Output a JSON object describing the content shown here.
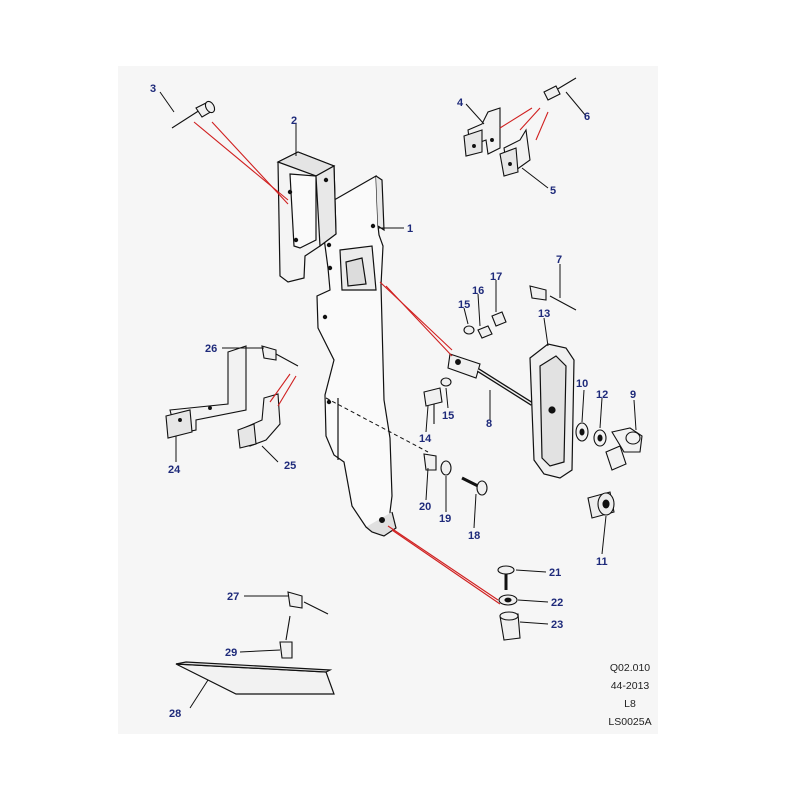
{
  "callouts": [
    "1",
    "2",
    "3",
    "4",
    "5",
    "6",
    "7",
    "8",
    "9",
    "10",
    "11",
    "12",
    "13",
    "14",
    "15",
    "15",
    "16",
    "17",
    "18",
    "19",
    "20",
    "21",
    "22",
    "23",
    "24",
    "25",
    "26",
    "27",
    "28",
    "29"
  ],
  "reference": {
    "code": "Q02.010",
    "date": "44-2013",
    "line": "L8",
    "id": "LS0025A"
  },
  "colors": {
    "background": "#ffffff",
    "frame": "#f6f6f6",
    "callout_text": "#1e2a7a",
    "leader_line": "#d02020",
    "outline": "#111111"
  }
}
